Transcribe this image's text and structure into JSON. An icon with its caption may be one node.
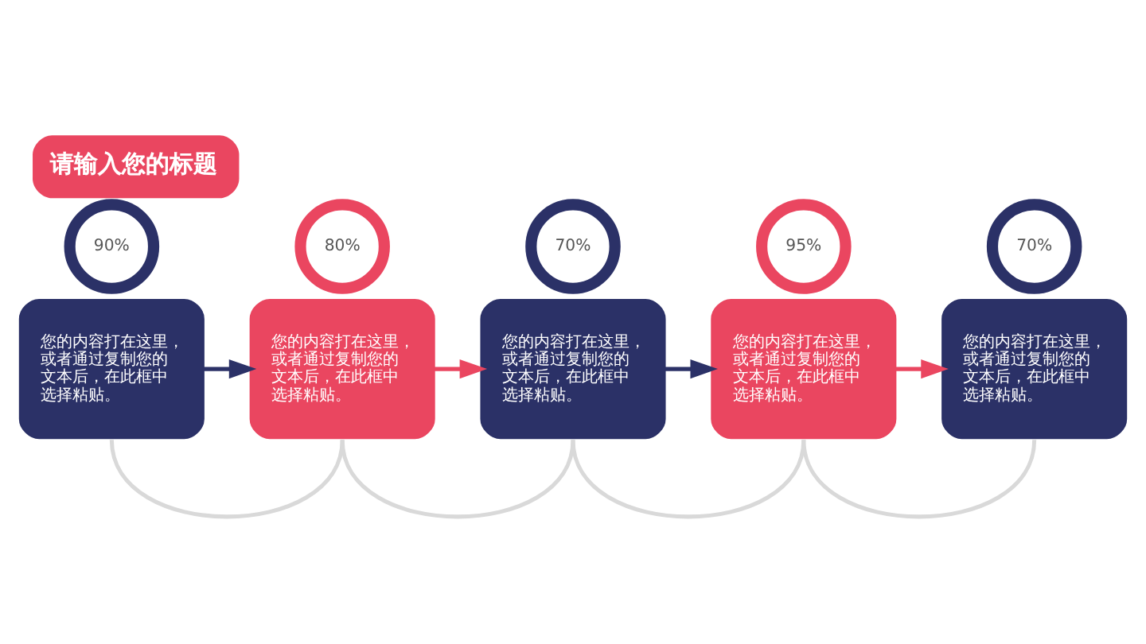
{
  "diagram": {
    "title": "请输入您的标题",
    "nodes": [
      {
        "text": [
          "90%"
        ]
      },
      {
        "text": [
          "80%"
        ]
      },
      {
        "text": [
          "70%"
        ]
      },
      {
        "text": [
          "95%"
        ]
      },
      {
        "text": [
          "70%"
        ]
      },
      {
        "text": [
          "您的内容打在这里，或者通过复制您的文本后，在此框中选择粘贴。"
        ]
      },
      {
        "text": [
          "您的内容打在这里，或者通过复制您的文本后，在此框中选择粘贴。"
        ]
      },
      {
        "text": [
          "您的内容打在这里，或者通过复制您的文本后，在此框中选择粘贴。"
        ]
      },
      {
        "text": [
          "您的内容打在这里，或者通过复制您的文本后，在此框中选择粘贴。"
        ]
      },
      {
        "text": [
          "您的内容打在这里，或者通过复制您的文本后，在此框中选择粘贴。"
        ]
      }
    ],
    "edges": [
      {
        "from": 5,
        "to": 6,
        "arrow": "to",
        "color": "#2b3167"
      },
      {
        "from": 6,
        "to": 7,
        "arrow": "to",
        "color": "#ea4660"
      },
      {
        "from": 7,
        "to": 8,
        "arrow": "to",
        "color": "#2b3167"
      },
      {
        "from": 8,
        "to": 9,
        "arrow": "to",
        "color": "#ea4660"
      },
      {
        "from": 5,
        "to": 6,
        "arrow": "none",
        "color": "#d9d9d9"
      },
      {
        "from": 6,
        "to": 7,
        "arrow": "none",
        "color": "#d9d9d9"
      },
      {
        "from": 7,
        "to": 8,
        "arrow": "none",
        "color": "#d9d9d9"
      },
      {
        "from": 8,
        "to": 9,
        "arrow": "none",
        "color": "#d9d9d9"
      }
    ]
  }
}
